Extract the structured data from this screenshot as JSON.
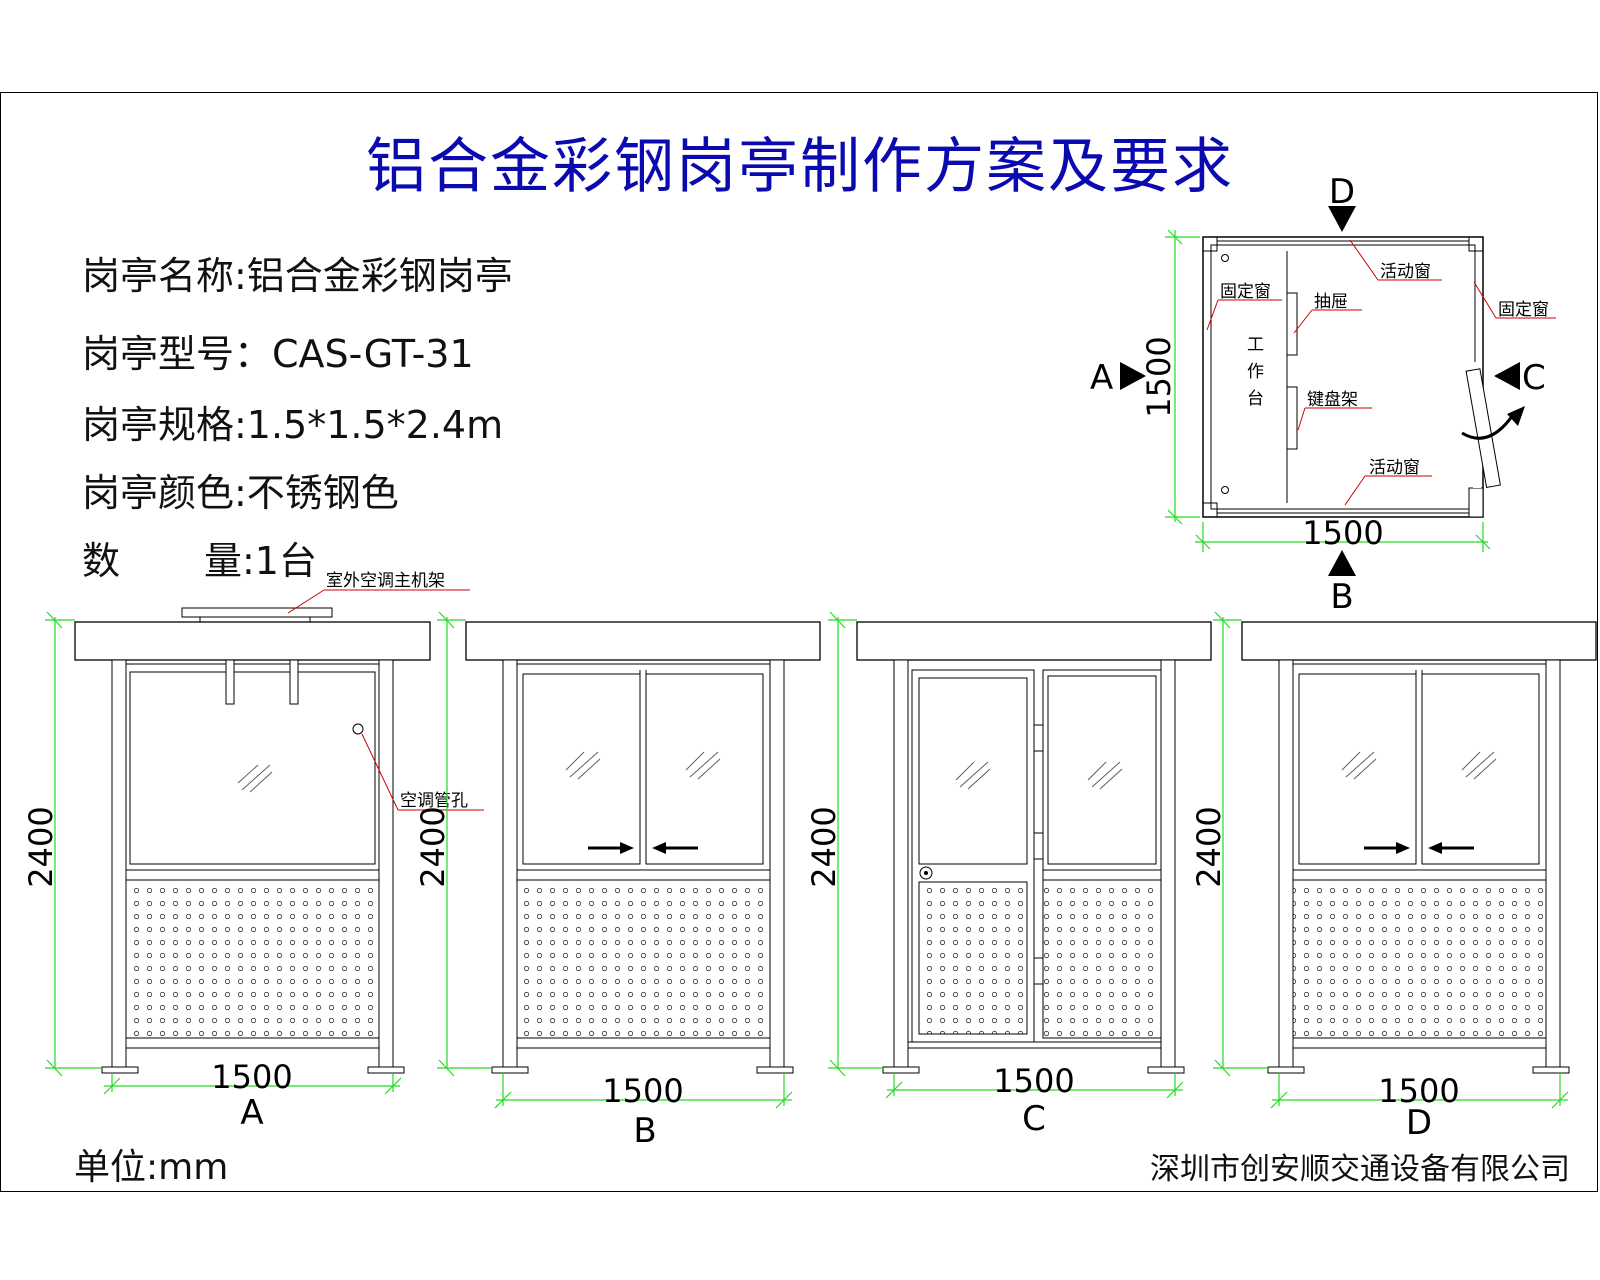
{
  "title": "铝合金彩钢岗亭制作方案及要求",
  "specs": {
    "name": "岗亭名称:铝合金彩钢岗亭",
    "model": "岗亭型号：CAS-GT-31",
    "size": "岗亭规格:1.5*1.5*2.4m",
    "color": "岗亭颜色:不锈钢色",
    "qty_label": "数",
    "qty_value": "量:1台"
  },
  "unit": "单位:mm",
  "company": "深圳市创安顺交通设备有限公司",
  "plan": {
    "dim_width": "1500",
    "dim_depth": "1500",
    "view_a": "A",
    "view_b": "B",
    "view_c": "C",
    "view_d": "D",
    "label_movable_top": "活动窗",
    "label_fixed_left": "固定窗",
    "label_fixed_right": "固定窗",
    "label_drawer": "抽屉",
    "label_desk_1": "工",
    "label_desk_2": "作",
    "label_desk_3": "台",
    "label_keyboard": "键盘架",
    "label_movable_bottom": "活动窗"
  },
  "elevations": [
    {
      "name": "A",
      "height": "2400",
      "width": "1500"
    },
    {
      "name": "B",
      "height": "2400",
      "width": "1500"
    },
    {
      "name": "C",
      "height": "2400",
      "width": "1500"
    },
    {
      "name": "D",
      "height": "2400",
      "width": "1500"
    }
  ],
  "annotations": {
    "ac_bracket": "室外空调主机架",
    "ac_hole": "空调管孔"
  },
  "colors": {
    "title": "#0a0ab0",
    "dimension": "#22dd22",
    "leader": "#cc0000"
  }
}
